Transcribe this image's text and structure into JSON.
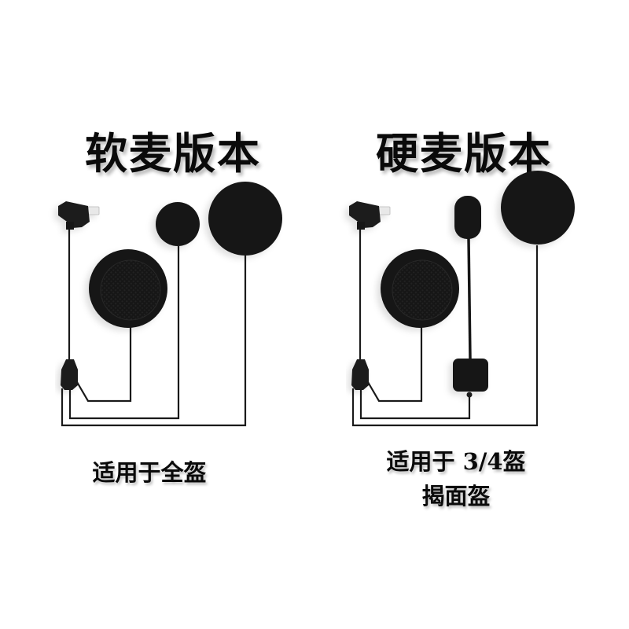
{
  "panels": [
    {
      "id": "soft-mic",
      "title": "软麦版本",
      "caption_lines": [
        "适用于全盔"
      ],
      "components": [
        "connector",
        "junction",
        "speaker-left",
        "soft-mic-foam",
        "speaker-right"
      ]
    },
    {
      "id": "hard-mic",
      "title": "硬麦版本",
      "caption_lines": [
        "适用于 3/4盔",
        "揭面盔"
      ],
      "components": [
        "connector",
        "junction",
        "speaker-left",
        "boom-mic",
        "mic-mount-pad",
        "speaker-right"
      ]
    }
  ],
  "colors": {
    "background": "#ffffff",
    "text": "#0a0a0a",
    "foam": "#151515",
    "cable": "#1a1a1a",
    "connector_pin": "#e8e8e8"
  }
}
